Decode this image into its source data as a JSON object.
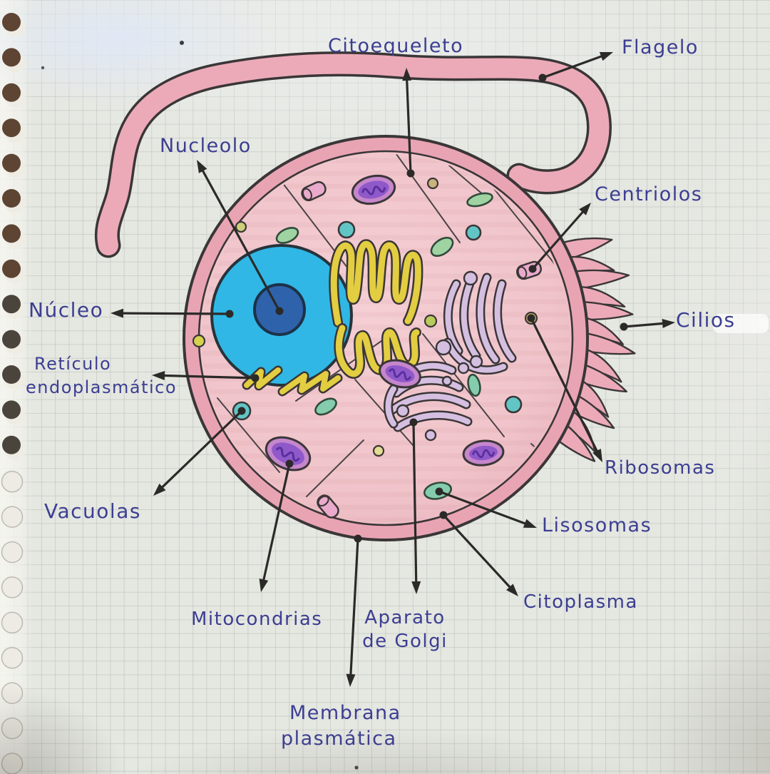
{
  "figure": {
    "kind": "hand-drawn cell diagram on squared notebook paper",
    "label_count": 14
  },
  "labels": {
    "citoesqueleto": "Citoequeleto",
    "flagelo": "Flagelo",
    "nucleolo": "Nucleolo",
    "nucleo": "Núcleo",
    "reticulo_l1": "Retículo",
    "reticulo_l2": "endoplasmático",
    "vacuolas": "Vacuolas",
    "mitocondrias": "Mitocondrias",
    "golgi_l1": "Aparato",
    "golgi_l2": "de Golgi",
    "membrana_l1": "Membrana",
    "membrana_l2": "plasmática",
    "lisosomas": "Lisosomas",
    "citoplasma": "Citoplasma",
    "ribosomas": "Ribosomas",
    "centriolos": "Centriolos",
    "cilios": "Cilios"
  },
  "colors": {
    "paper": "#e5e7e1",
    "grid_line": "#94a098",
    "ink_label": "#3c3e92",
    "ink_arrow": "#2b2a28",
    "outline": "#3a3637",
    "membrane_pink": "#e9a4b4",
    "cytoplasm_pink": "#f0c5cb",
    "flagellum_pink": "#ecaab9",
    "nucleus_cyan": "#30b7e5",
    "nucleolus_blue": "#2e63ab",
    "er_yellow": "#e3cd41",
    "golgi_lavender": "#d5bfe1",
    "mito_purple": "#c586cc",
    "mito_inner": "#9059c9",
    "mito_squiggle": "#5a2f9e",
    "lysosome_green": "#9fd3a2",
    "lysosome_teal": "#85cbad",
    "vesicle_teal": "#62c5c5",
    "capsule_pink": "#eaaacb",
    "hole_dark": "#5d4433"
  }
}
